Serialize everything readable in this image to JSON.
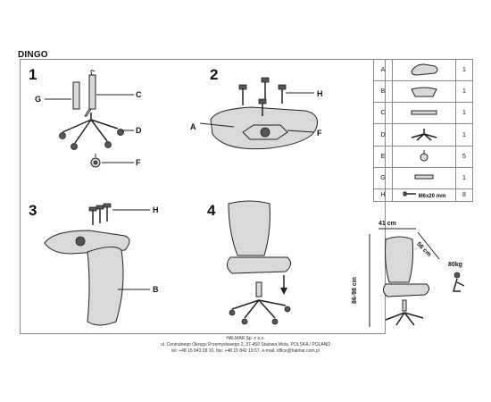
{
  "header": {
    "title": "DINGO"
  },
  "steps": [
    {
      "number": "1",
      "labels": {
        "G": "G",
        "C": "C",
        "D": "D",
        "F": "F"
      }
    },
    {
      "number": "2",
      "labels": {
        "H": "H",
        "A": "A",
        "F": "F"
      }
    },
    {
      "number": "3",
      "labels": {
        "H": "H",
        "B": "B"
      }
    },
    {
      "number": "4"
    }
  ],
  "parts_table": [
    {
      "letter": "A",
      "qty": "1",
      "icon": "seat-icon"
    },
    {
      "letter": "B",
      "qty": "1",
      "icon": "backrest-icon"
    },
    {
      "letter": "C",
      "qty": "1",
      "icon": "gas-lift-icon"
    },
    {
      "letter": "D",
      "qty": "1",
      "icon": "star-base-icon"
    },
    {
      "letter": "E",
      "qty": "5",
      "icon": "caster-icon"
    },
    {
      "letter": "G",
      "qty": "1",
      "icon": "gas-cover-icon"
    },
    {
      "letter": "H",
      "qty": "8",
      "icon": "screw-icon",
      "note": "M6x20 mm"
    }
  ],
  "dimensions": {
    "width": "41 cm",
    "depth": "56 cm",
    "height": "86-98 cm",
    "max_load": "80kg"
  },
  "footer": {
    "company": "HALMAR Sp. z o.o.",
    "address": "ul. Centralnego Okręgu Przemysłowego 2, 37-450 Stalowa Wola, POLSKA / POLAND",
    "contact": "tel: +48 15 843 28 10, fax: +48 15 842 19 57, e-mail: office@halmar.com.pl"
  }
}
